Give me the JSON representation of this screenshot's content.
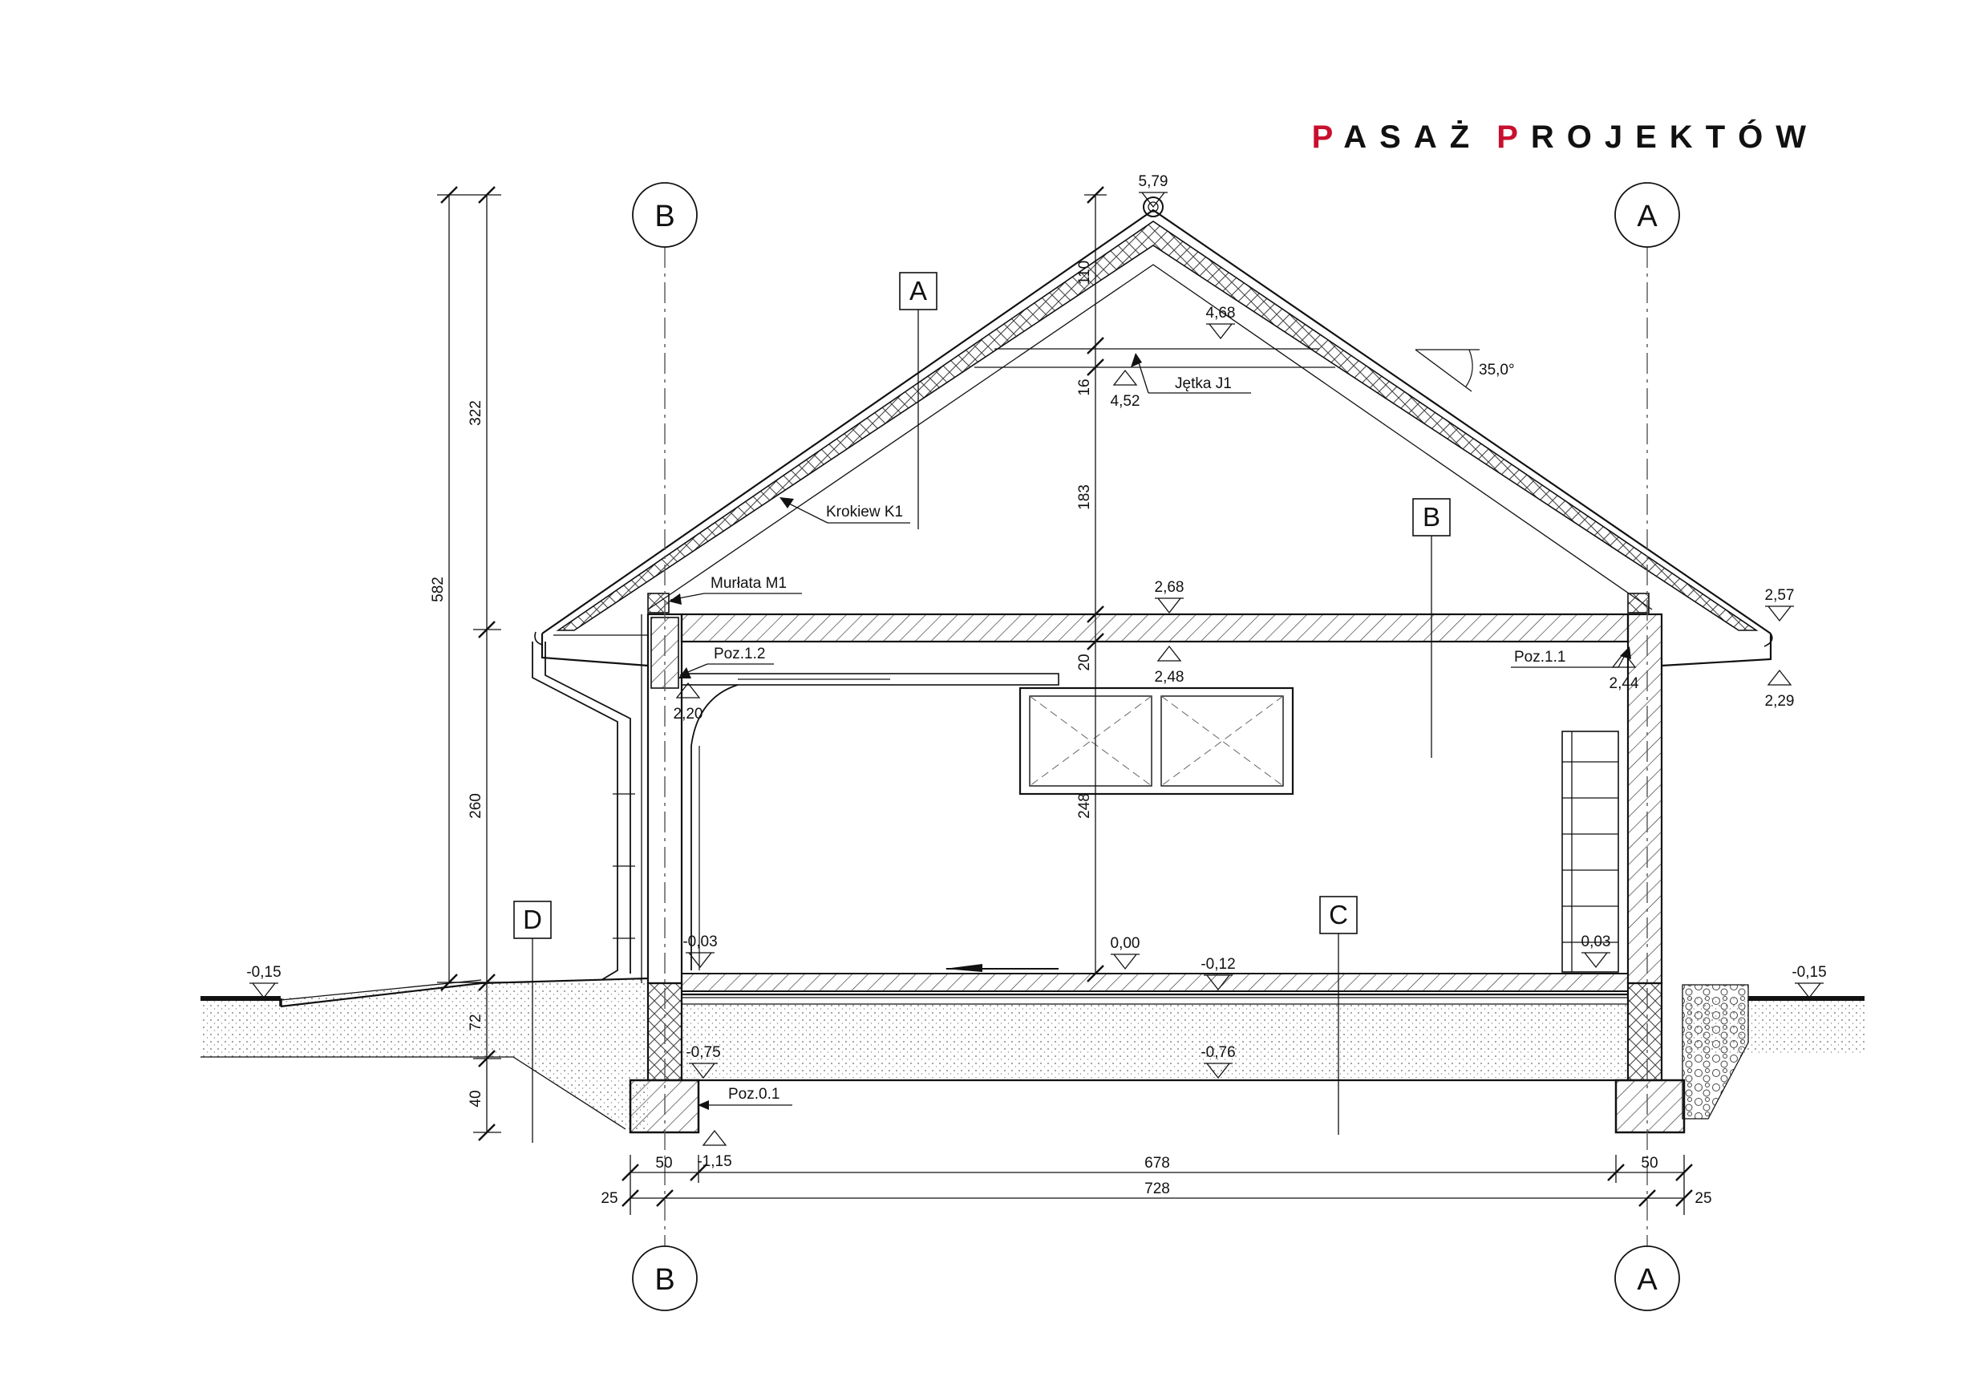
{
  "brand": {
    "first_initial": "P",
    "first_rest": "ASAŻ",
    "second_initial": "P",
    "second_rest": "ROJEKTÓW",
    "initial_color": "#c8102e",
    "text_color": "#111111"
  },
  "axes": {
    "left": "B",
    "right": "A"
  },
  "section_boxes": {
    "a": "A",
    "b": "B",
    "c": "C",
    "d": "D"
  },
  "elevations": {
    "ridge": "5,79",
    "collar_top": "4,68",
    "collar_bottom": "4,52",
    "ceiling_top": "2,68",
    "ceiling_bottom": "2,48",
    "eave_right_top": "2,57",
    "eave_right_bottom": "2,29",
    "lintel_right": "2,44",
    "lintel_left": "2,20",
    "floor_zero": "0,00",
    "floor_left": "-0,03",
    "floor_right": "0,03",
    "floor_mid": "-0,12",
    "ground_left": "-0,15",
    "ground_right": "-0,15",
    "found_top_left": "-0,75",
    "found_top_mid": "-0,76",
    "found_bottom": "-1,15"
  },
  "dimensions": {
    "total_height": "582",
    "roof_height": "322",
    "wall_height": "260",
    "plinth": "72",
    "footing": "40",
    "ridge_part": "110",
    "collar_part": "16",
    "attic_part": "183",
    "ceiling_part": "20",
    "room_height": "248",
    "wall_left": "50",
    "interior": "678",
    "wall_right": "50",
    "overhang_left": "25",
    "overall": "728",
    "overhang_right": "25"
  },
  "roof_angle": "35,0°",
  "labels": {
    "collar": "Jętka J1",
    "rafter": "Krokiew K1",
    "wall_plate": "Murłata M1",
    "lintel_left": "Poz.1.2",
    "lintel_right": "Poz.1.1",
    "footing": "Poz.0.1"
  }
}
